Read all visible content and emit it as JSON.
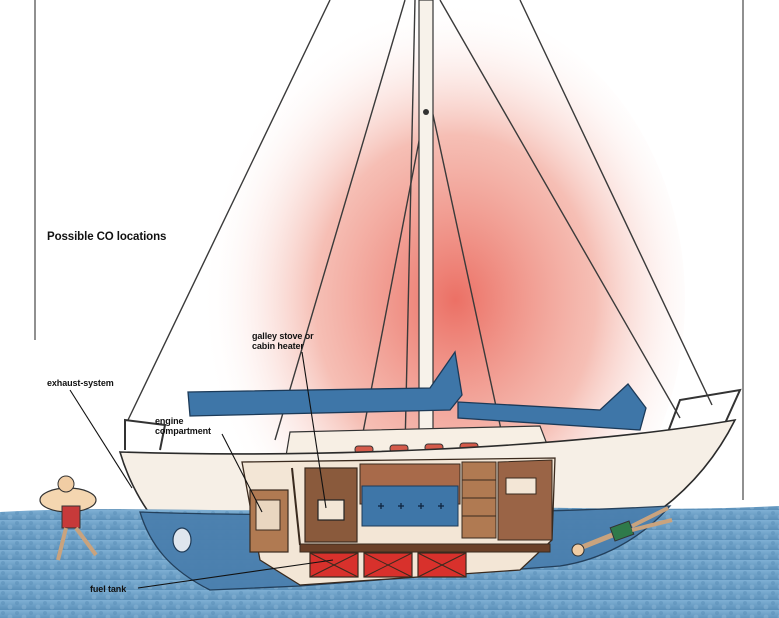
{
  "title": "Possible CO locations",
  "labels": {
    "galley": [
      "galley stove or",
      "cabin heater"
    ],
    "exhaust": "exhaust-system",
    "engine": [
      "engine",
      "compartment"
    ],
    "fuel": "fuel tank"
  },
  "colors": {
    "glow": "#e8574a",
    "water": "#5a8fb8",
    "sail_cover": "#3e76a8",
    "hull": "#f6efe6",
    "hull_bottom": "#4a7fae",
    "cabin_wood": "#8a5a3c",
    "tank_red": "#d8312c",
    "line": "#1a1a1a"
  }
}
